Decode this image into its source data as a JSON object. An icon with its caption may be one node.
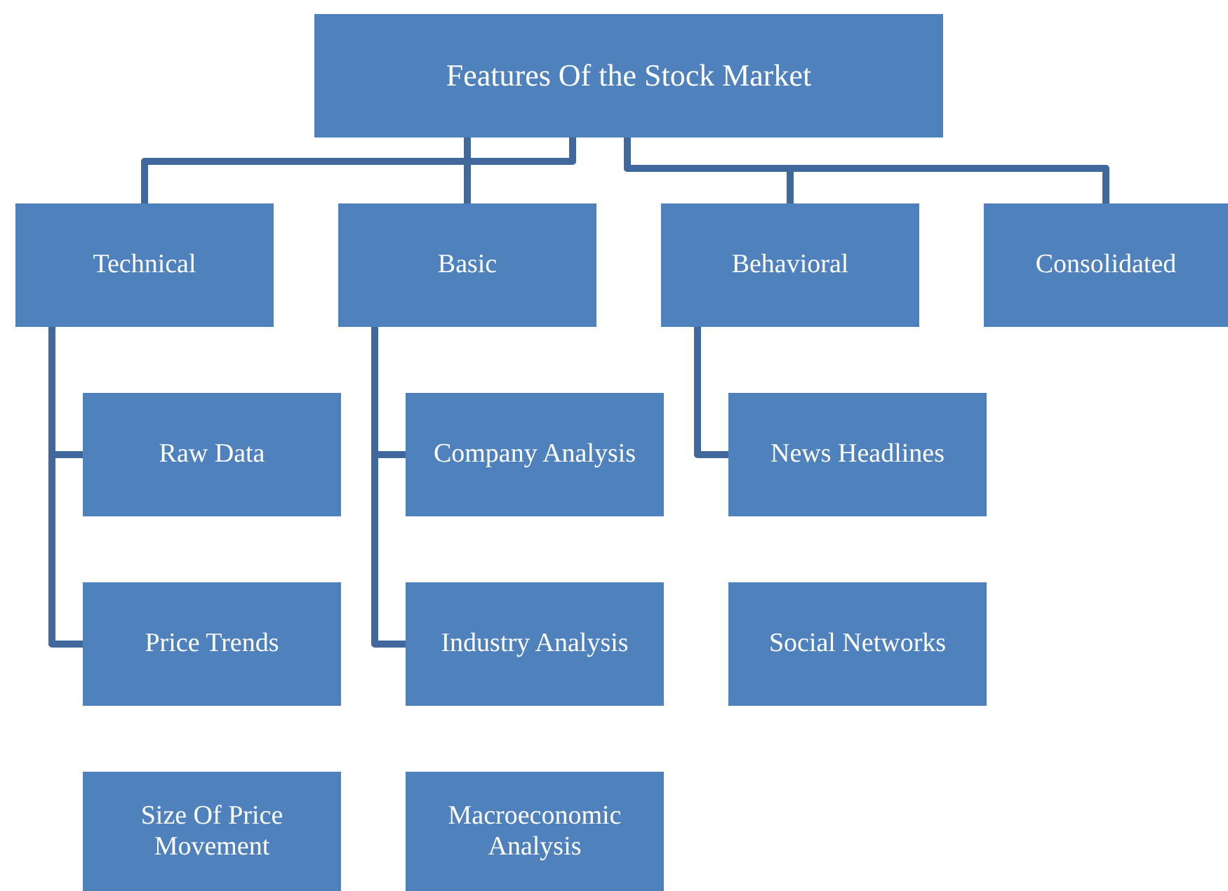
{
  "diagram": {
    "nodes": [
      {
        "text": [
          "Features Of the Stock Market"
        ]
      },
      {
        "text": [
          "Technical"
        ]
      },
      {
        "text": [
          "Basic"
        ]
      },
      {
        "text": [
          "Behavioral"
        ]
      },
      {
        "text": [
          "Consolidated"
        ]
      },
      {
        "text": [
          "Raw Data"
        ]
      },
      {
        "text": [
          "Price Trends"
        ]
      },
      {
        "text": [
          "Size Of Price Movement"
        ]
      },
      {
        "text": [
          "Company Analysis"
        ]
      },
      {
        "text": [
          "Industry Analysis"
        ]
      },
      {
        "text": [
          "Macroeconomic Analysis"
        ]
      },
      {
        "text": [
          "News Headlines"
        ]
      },
      {
        "text": [
          "Social Networks"
        ]
      }
    ],
    "edges": [
      {
        "from": 0,
        "to": 1,
        "arrow": "none"
      },
      {
        "from": 0,
        "to": 2,
        "arrow": "none"
      },
      {
        "from": 0,
        "to": 3,
        "arrow": "none"
      },
      {
        "from": 0,
        "to": 4,
        "arrow": "none"
      },
      {
        "from": 1,
        "to": 5,
        "arrow": "none"
      },
      {
        "from": 1,
        "to": 6,
        "arrow": "none"
      },
      {
        "from": 2,
        "to": 8,
        "arrow": "none"
      },
      {
        "from": 2,
        "to": 9,
        "arrow": "none"
      },
      {
        "from": 3,
        "to": 11,
        "arrow": "none"
      }
    ]
  }
}
